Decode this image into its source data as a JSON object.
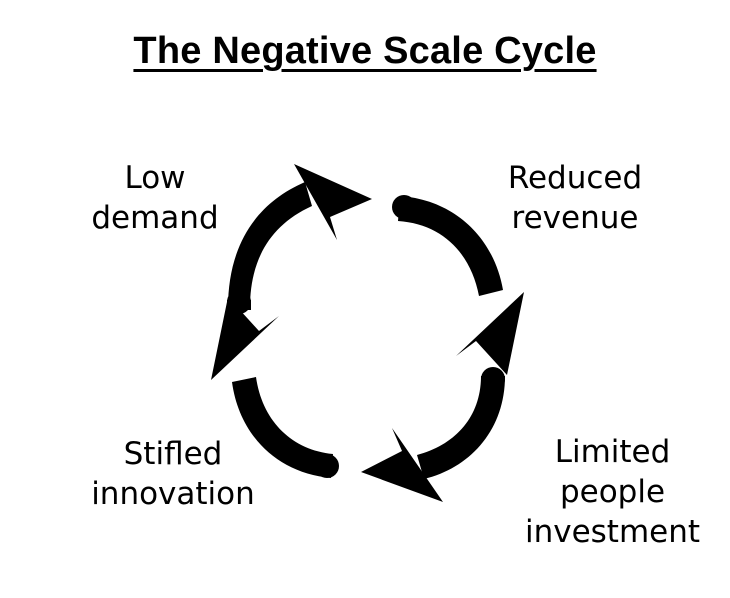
{
  "diagram": {
    "title": "The Negative Scale Cycle",
    "type": "cycle",
    "direction": "clockwise",
    "background_color": "#ffffff",
    "ink_color": "#000000",
    "nodes": [
      {
        "id": "low-demand",
        "label": "Low\ndemand",
        "position": "top-left"
      },
      {
        "id": "reduced-revenue",
        "label": "Reduced\nrevenue",
        "position": "top-right"
      },
      {
        "id": "limited-people-investment",
        "label": "Limited\npeople\ninvestment",
        "position": "bottom-right"
      },
      {
        "id": "stifled-innovation",
        "label": "Stifled\ninnovation",
        "position": "bottom-left"
      }
    ],
    "arrows": [
      {
        "id": "arrow-top-left",
        "from": "low-demand",
        "to": "reduced-revenue",
        "quadrant": "top-left",
        "points": "up-right"
      },
      {
        "id": "arrow-top-right",
        "from": "reduced-revenue",
        "to": "limited-people-investment",
        "quadrant": "top-right",
        "points": "down-right"
      },
      {
        "id": "arrow-bottom-right",
        "from": "limited-people-investment",
        "to": "stifled-innovation",
        "quadrant": "bottom-right",
        "points": "down-left"
      },
      {
        "id": "arrow-bottom-left",
        "from": "stifled-innovation",
        "to": "low-demand",
        "quadrant": "bottom-left",
        "points": "up-left"
      }
    ]
  }
}
